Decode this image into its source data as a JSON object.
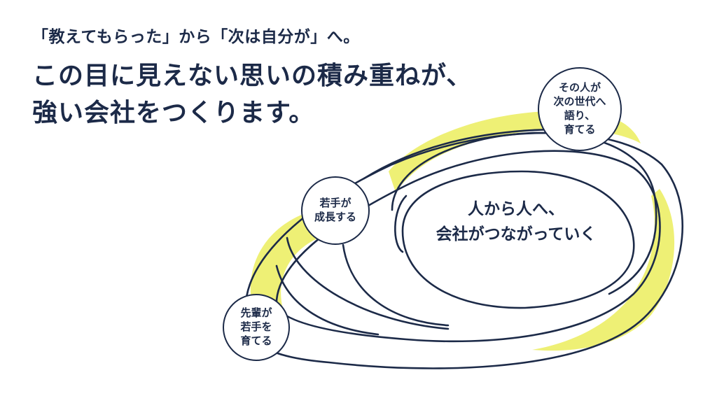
{
  "header": {
    "subtitle": "「教えてもらった」から「次は自分が」へ。",
    "headline_line1": "この目に見えない思いの積み重ねが、",
    "headline_line2": "強い会社をつくります。"
  },
  "diagram": {
    "center_line1": "人から人へ、",
    "center_line2": "会社がつながっていく",
    "nodes": [
      {
        "id": "senpai",
        "line1": "先輩が",
        "line2": "若手を",
        "line3": "育てる"
      },
      {
        "id": "wakate",
        "line1": "若手が",
        "line2": "成長する"
      },
      {
        "id": "sono-hito",
        "line1": "その人が",
        "line2": "次の世代へ",
        "line3": "語り、",
        "line4": "育てる"
      }
    ],
    "colors": {
      "ink": "#1c2a48",
      "highlight": "#eef075",
      "background": "#ffffff"
    }
  }
}
